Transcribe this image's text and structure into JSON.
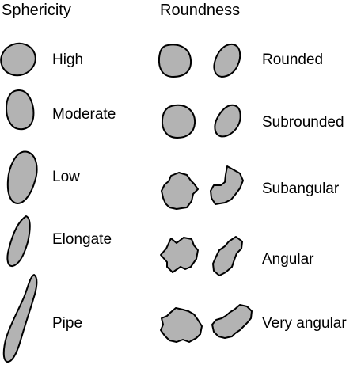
{
  "headers": {
    "sphericity": "Sphericity",
    "roundness": "Roundness"
  },
  "sphericity_labels": [
    "High",
    "Moderate",
    "Low",
    "Elongate",
    "Pipe"
  ],
  "roundness_labels": [
    "Rounded",
    "Subrounded",
    "Subangular",
    "Angular",
    "Very angular"
  ],
  "colors": {
    "grain_fill": "#b3b3b3",
    "outline": "#000000",
    "text": "#000000"
  }
}
